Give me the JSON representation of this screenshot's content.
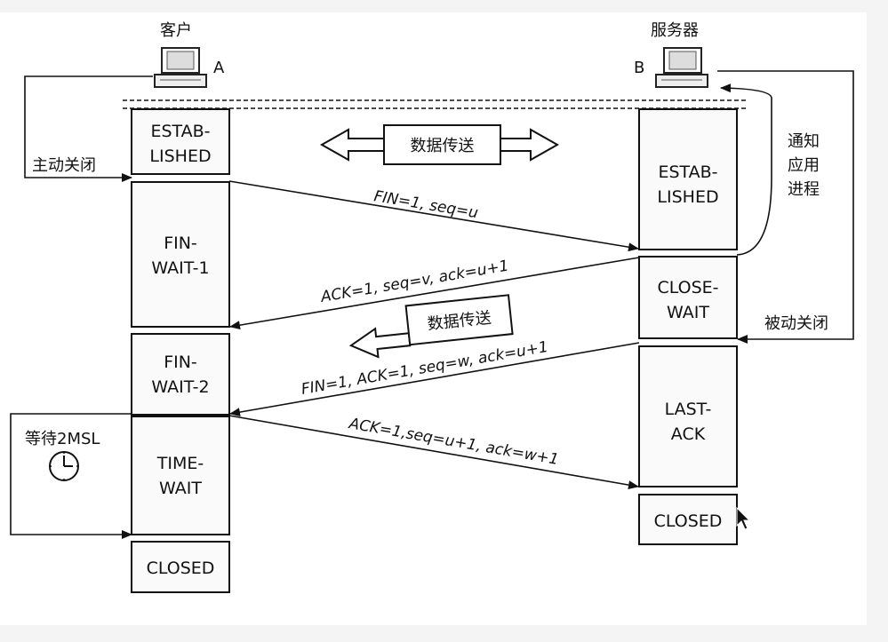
{
  "client": {
    "label": "客户",
    "letter": "A"
  },
  "server": {
    "label": "服务器",
    "letter": "B"
  },
  "client_states": {
    "established": [
      "ESTAB-",
      "LISHED"
    ],
    "fin_wait_1": [
      "FIN-",
      "WAIT-1"
    ],
    "fin_wait_2": [
      "FIN-",
      "WAIT-2"
    ],
    "time_wait": [
      "TIME-",
      "WAIT"
    ],
    "closed": "CLOSED"
  },
  "server_states": {
    "established": [
      "ESTAB-",
      "LISHED"
    ],
    "close_wait": [
      "CLOSE-",
      "WAIT"
    ],
    "last_ack": [
      "LAST-",
      "ACK"
    ],
    "closed": "CLOSED"
  },
  "labels": {
    "active_close": "主动关闭",
    "passive_close": "被动关闭",
    "notify_app": [
      "通知",
      "应用",
      "进程"
    ],
    "wait_2msl": "等待2MSL",
    "data_transfer_top": "数据传送",
    "data_transfer_mid": "数据传送"
  },
  "messages": {
    "fin1": "FIN=1, seq=u",
    "ack1": "ACK=1, seq=v, ack=u+1",
    "fin2": "FIN=1, ACK=1, seq=w, ack=u+1",
    "ack2": "ACK=1,seq=u+1, ack=w+1"
  },
  "icons": {
    "computer": "computer-icon",
    "clock": "clock-icon",
    "cursor": "mouse-cursor-icon"
  }
}
